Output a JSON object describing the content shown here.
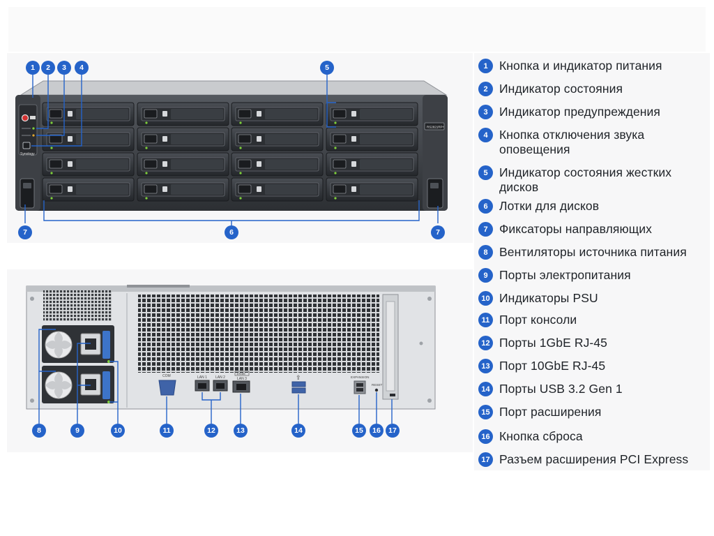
{
  "front_labels": {
    "brand": "Synology",
    "model": "RS2821RP+"
  },
  "rear_labels": {
    "com": "COM",
    "lan1": "LAN 1",
    "lan2": "LAN 2",
    "lan3_speed": "10GbE",
    "lan3": "LAN 3",
    "expansion": "EXPANSION",
    "reset": "RESET"
  },
  "legend": [
    {
      "number": "1",
      "text": "Кнопка и индикатор питания"
    },
    {
      "number": "2",
      "text": "Индикатор состояния"
    },
    {
      "number": "3",
      "text": "Индикатор предупреждения"
    },
    {
      "number": "4",
      "text": "Кнопка отключения звука оповещения"
    },
    {
      "number": "5",
      "text": "Индикатор состояния жестких дисков"
    },
    {
      "number": "6",
      "text": "Лотки для дисков"
    },
    {
      "number": "7",
      "text": "Фиксаторы направляющих"
    },
    {
      "number": "8",
      "text": "Вентиляторы источника питания"
    },
    {
      "number": "9",
      "text": "Порты электропитания"
    },
    {
      "number": "10",
      "text": "Индикаторы PSU"
    },
    {
      "number": "11",
      "text": "Порт консоли"
    },
    {
      "number": "12",
      "text": "Порты 1GbE RJ-45"
    },
    {
      "number": "13",
      "text": "Порт 10GbE RJ-45"
    },
    {
      "number": "14",
      "text": "Порты USB 3.2 Gen 1"
    },
    {
      "number": "15",
      "text": "Порт расширения"
    },
    {
      "number": "16",
      "text": "Кнопка сброса"
    },
    {
      "number": "17",
      "text": "Разъем расширения PCI Express"
    }
  ],
  "colors": {
    "marker": "#2563c9",
    "chassis": "#3a3d42",
    "drive_led": "#7fd13b"
  }
}
